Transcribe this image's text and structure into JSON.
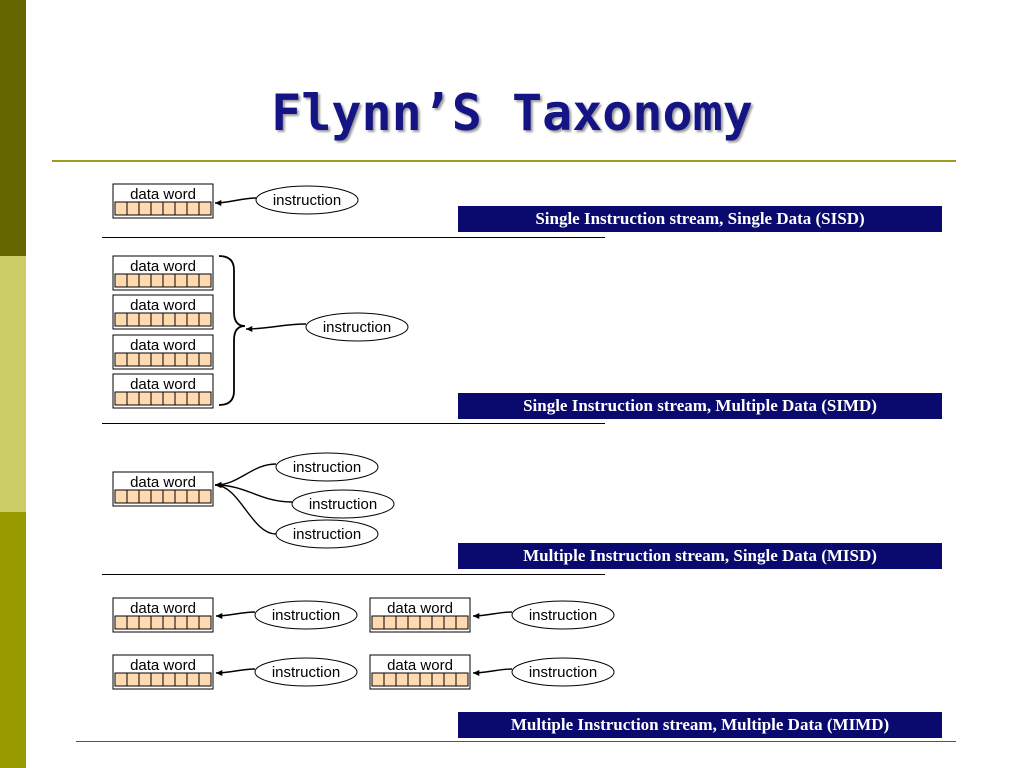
{
  "slide": {
    "title": "Flynn’S Taxonomy",
    "colors": {
      "title": "#141485",
      "rule": "#9c9c1e",
      "bottom_rule": "#8c2a8c",
      "sidebar_dark": "#666600",
      "sidebar_light": "#cccc66",
      "sidebar_olive": "#999900",
      "banner_bg": "#0a0a6e",
      "banner_text": "#ffffff",
      "cell_fill": "#ffd9b0"
    }
  },
  "diagram": {
    "data_word_label": "data word",
    "instruction_label": "instruction",
    "cells_per_word": 8,
    "sections": [
      {
        "id": "sisd",
        "banner": "Single Instruction stream, Single Data (SISD)"
      },
      {
        "id": "simd",
        "banner": "Single Instruction stream, Multiple Data (SIMD)"
      },
      {
        "id": "misd",
        "banner": "Multiple Instruction stream, Single Data (MISD)"
      },
      {
        "id": "mimd",
        "banner": "Multiple Instruction stream, Multiple Data (MIMD)"
      }
    ]
  }
}
